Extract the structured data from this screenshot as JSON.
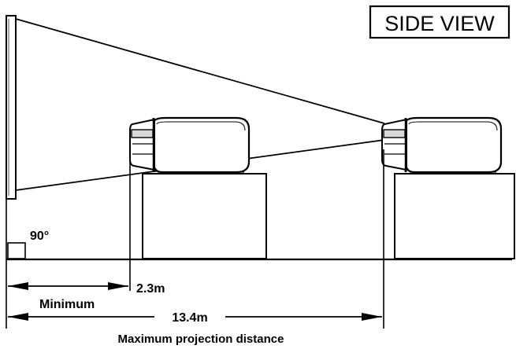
{
  "title": "SIDE VIEW",
  "angle_label": "90°",
  "min_distance": "2.3m",
  "min_label": "Minimum",
  "max_distance": "13.4m",
  "max_label": "Maximum projection distance",
  "colors": {
    "ink": "#000000",
    "paper": "#ffffff",
    "shade": "#d9d9d9"
  }
}
